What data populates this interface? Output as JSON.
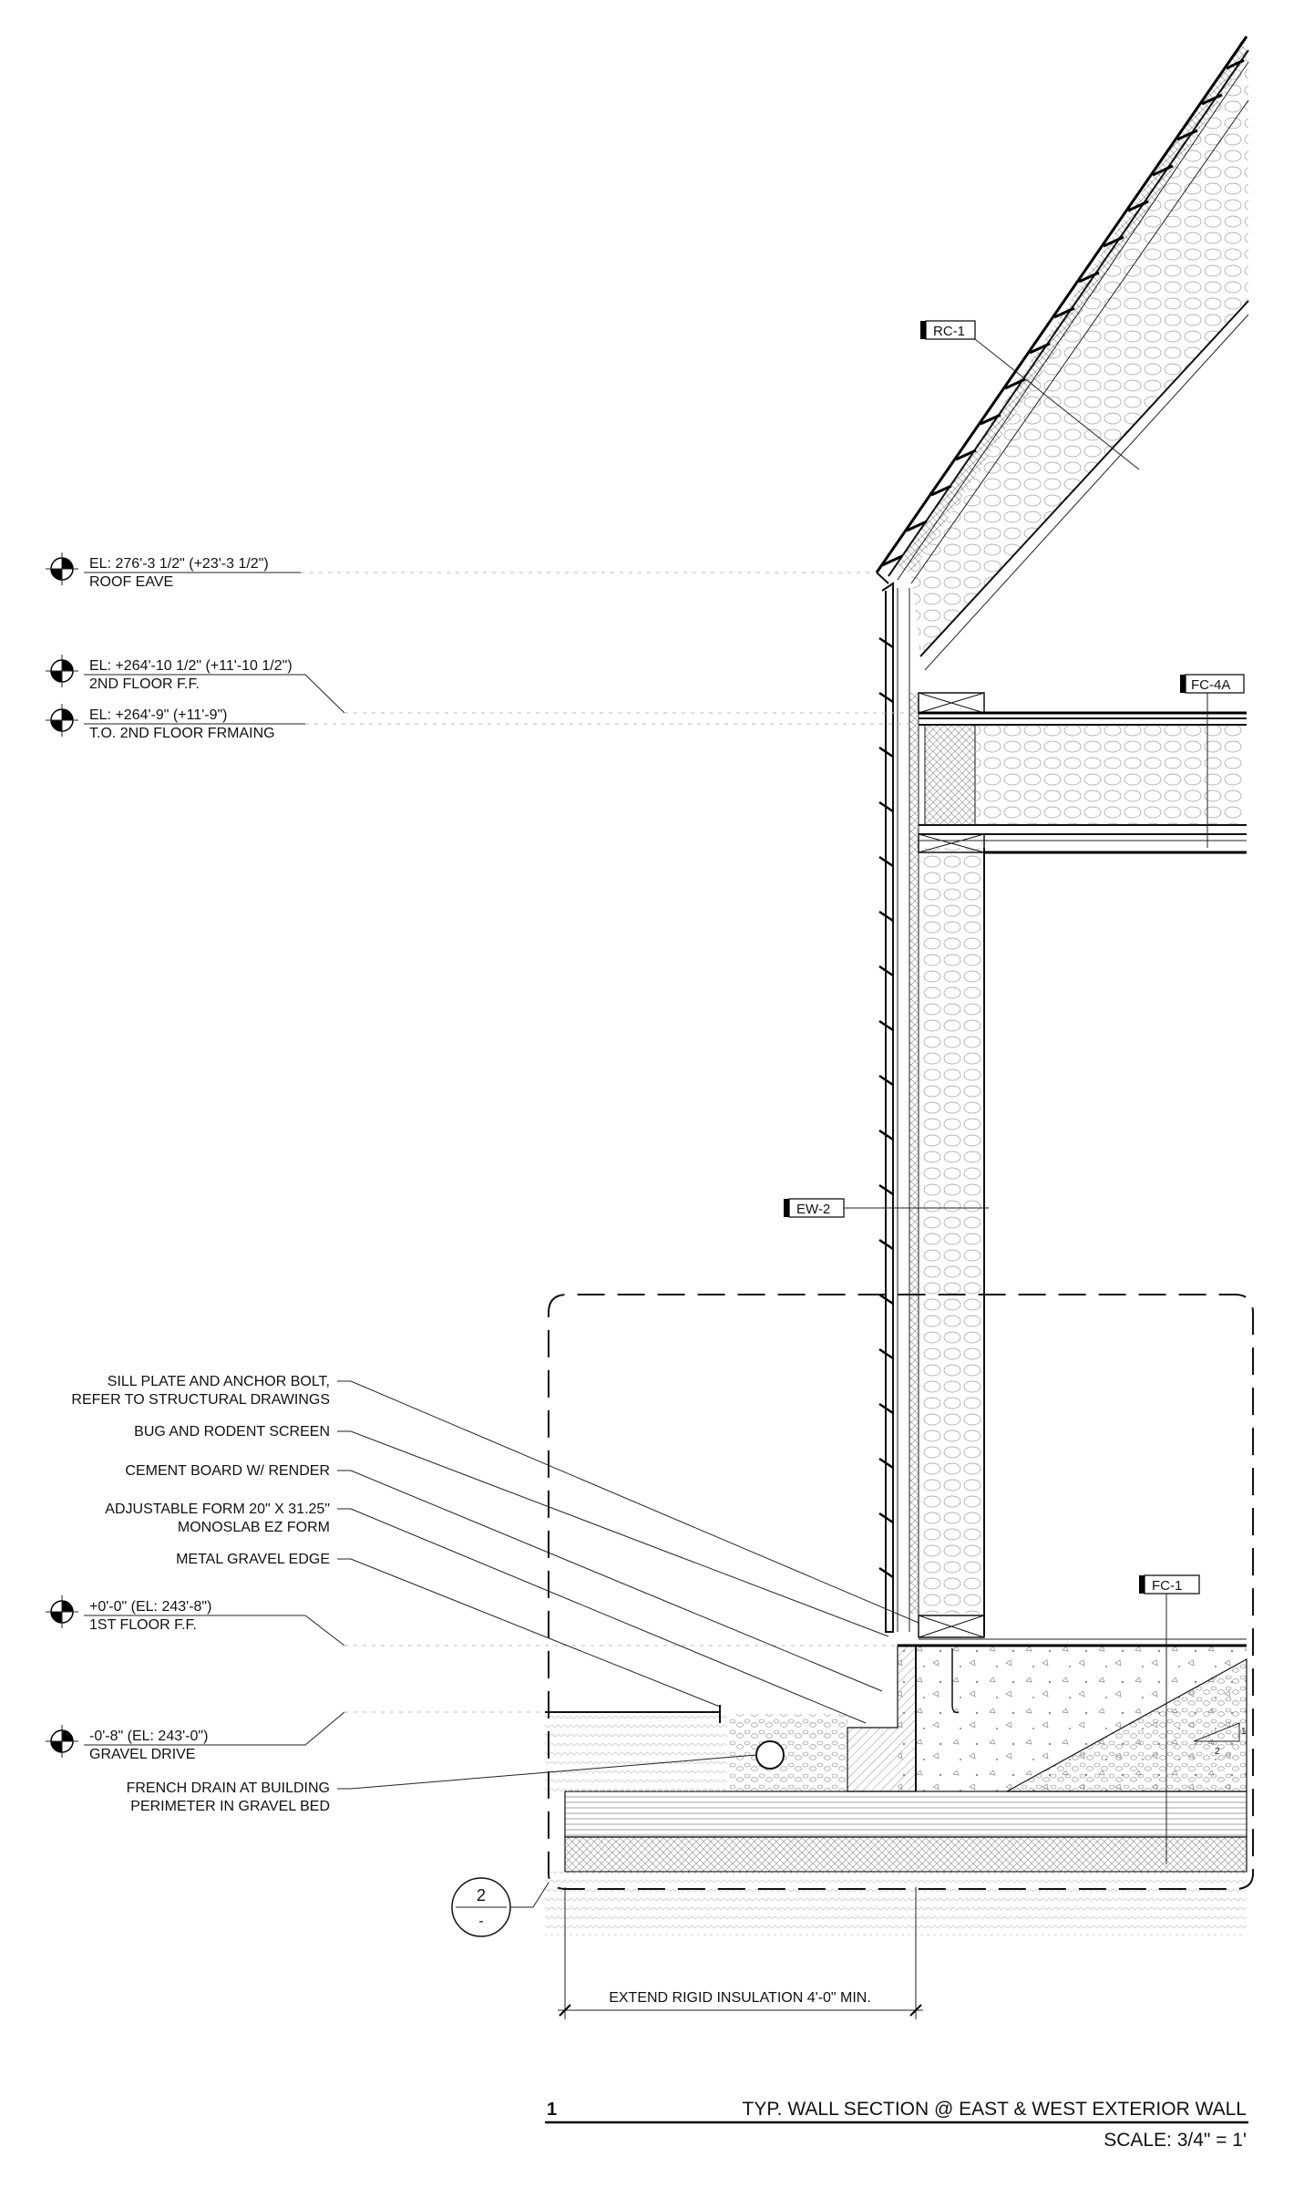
{
  "elevations": [
    {
      "id": "roof-eave",
      "line1": "EL: 276'-3 1/2\" (+23'-3 1/2\")",
      "line2": "ROOF EAVE"
    },
    {
      "id": "second-floor-ff",
      "line1": "EL: +264'-10 1/2\" (+11'-10 1/2\")",
      "line2": "2ND FLOOR F.F."
    },
    {
      "id": "to-second-floor-framing",
      "line1": "EL: +264'-9\" (+11'-9\")",
      "line2": "T.O. 2ND FLOOR FRMAING"
    },
    {
      "id": "first-floor-ff",
      "line1": "+0'-0\" (EL: 243'-8\")",
      "line2": "1ST FLOOR F.F."
    },
    {
      "id": "gravel-drive",
      "line1": "-0'-8\" (EL: 243'-0\")",
      "line2": "GRAVEL DRIVE"
    }
  ],
  "tags": {
    "rc1": "RC-1",
    "fc4a": "FC-4A",
    "ew2": "EW-2",
    "fc1": "FC-1"
  },
  "notes": {
    "sill_plate_1": "SILL PLATE AND ANCHOR BOLT,",
    "sill_plate_2": "REFER TO  STRUCTURAL DRAWINGS",
    "bug_screen": "BUG AND RODENT SCREEN",
    "cement_board": "CEMENT BOARD W/ RENDER",
    "adjustable_form_1": "ADJUSTABLE FORM 20\" X 31.25\"",
    "adjustable_form_2": "MONOSLAB EZ FORM",
    "gravel_edge": "METAL GRAVEL EDGE",
    "french_drain_1": "FRENCH DRAIN AT BUILDING",
    "french_drain_2": "PERIMETER IN GRAVEL BED"
  },
  "detail_callout": {
    "number": "2",
    "sheet": "-"
  },
  "slope": {
    "rise": "1",
    "run": "2"
  },
  "dimension": {
    "label": "EXTEND RIGID INSULATION 4'-0\" MIN."
  },
  "title_block": {
    "number": "1",
    "title": "TYP. WALL SECTION @ EAST & WEST EXTERIOR WALL",
    "scale": "SCALE: 3/4\" = 1'"
  },
  "colors": {
    "line": "#111111",
    "hatch": "#555555",
    "background": "#ffffff"
  }
}
